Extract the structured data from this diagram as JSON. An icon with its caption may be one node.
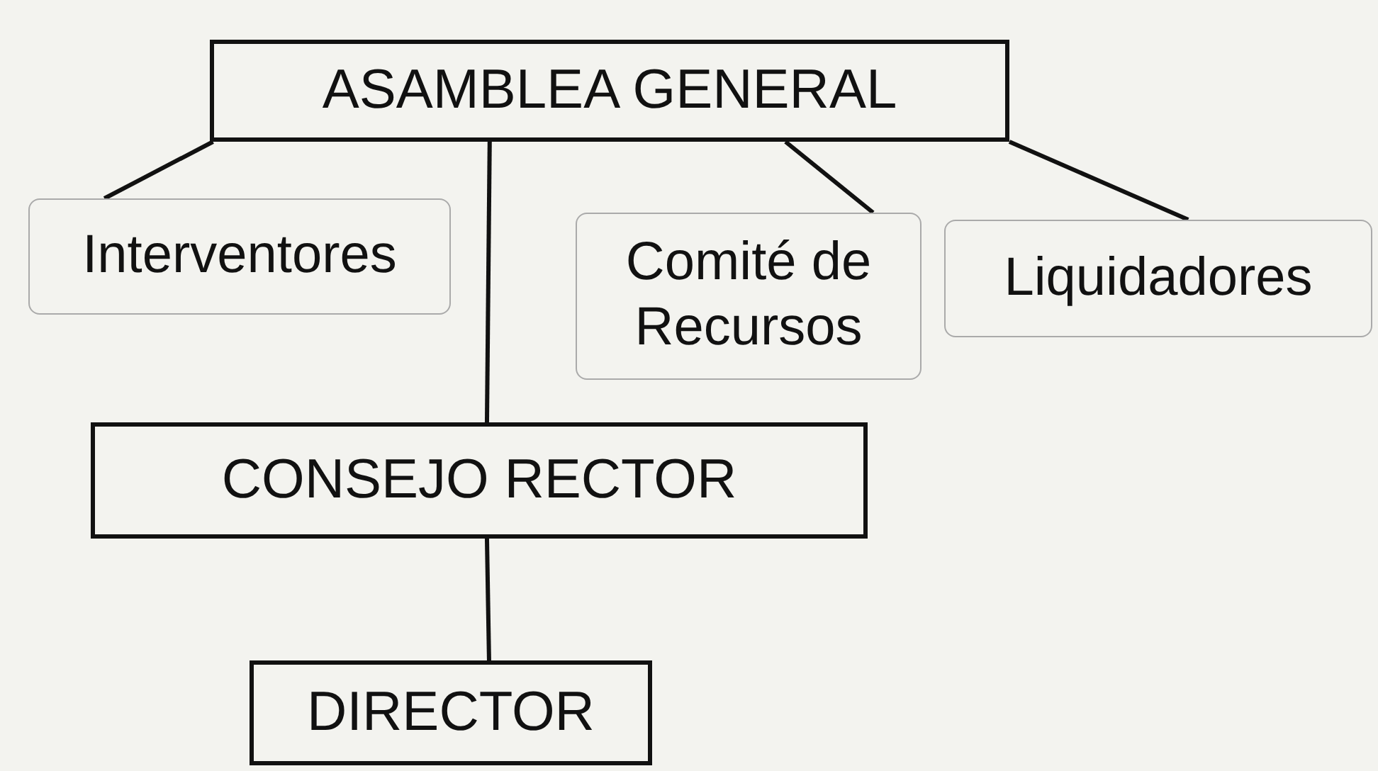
{
  "diagram": {
    "nodes": [
      {
        "text": [
          "ASAMBLEA GENERAL"
        ]
      },
      {
        "text": [
          "Interventores"
        ]
      },
      {
        "text": [
          "Comité de Recursos"
        ]
      },
      {
        "text": [
          "Liquidadores"
        ]
      },
      {
        "text": [
          "CONSEJO RECTOR"
        ]
      },
      {
        "text": [
          "DIRECTOR"
        ]
      }
    ],
    "edges": [
      {
        "from": 0,
        "to": 1,
        "arrow": "none"
      },
      {
        "from": 0,
        "to": 4,
        "arrow": "none"
      },
      {
        "from": 0,
        "to": 2,
        "arrow": "none"
      },
      {
        "from": 0,
        "to": 3,
        "arrow": "none"
      },
      {
        "from": 4,
        "to": 5,
        "arrow": "none"
      }
    ]
  }
}
